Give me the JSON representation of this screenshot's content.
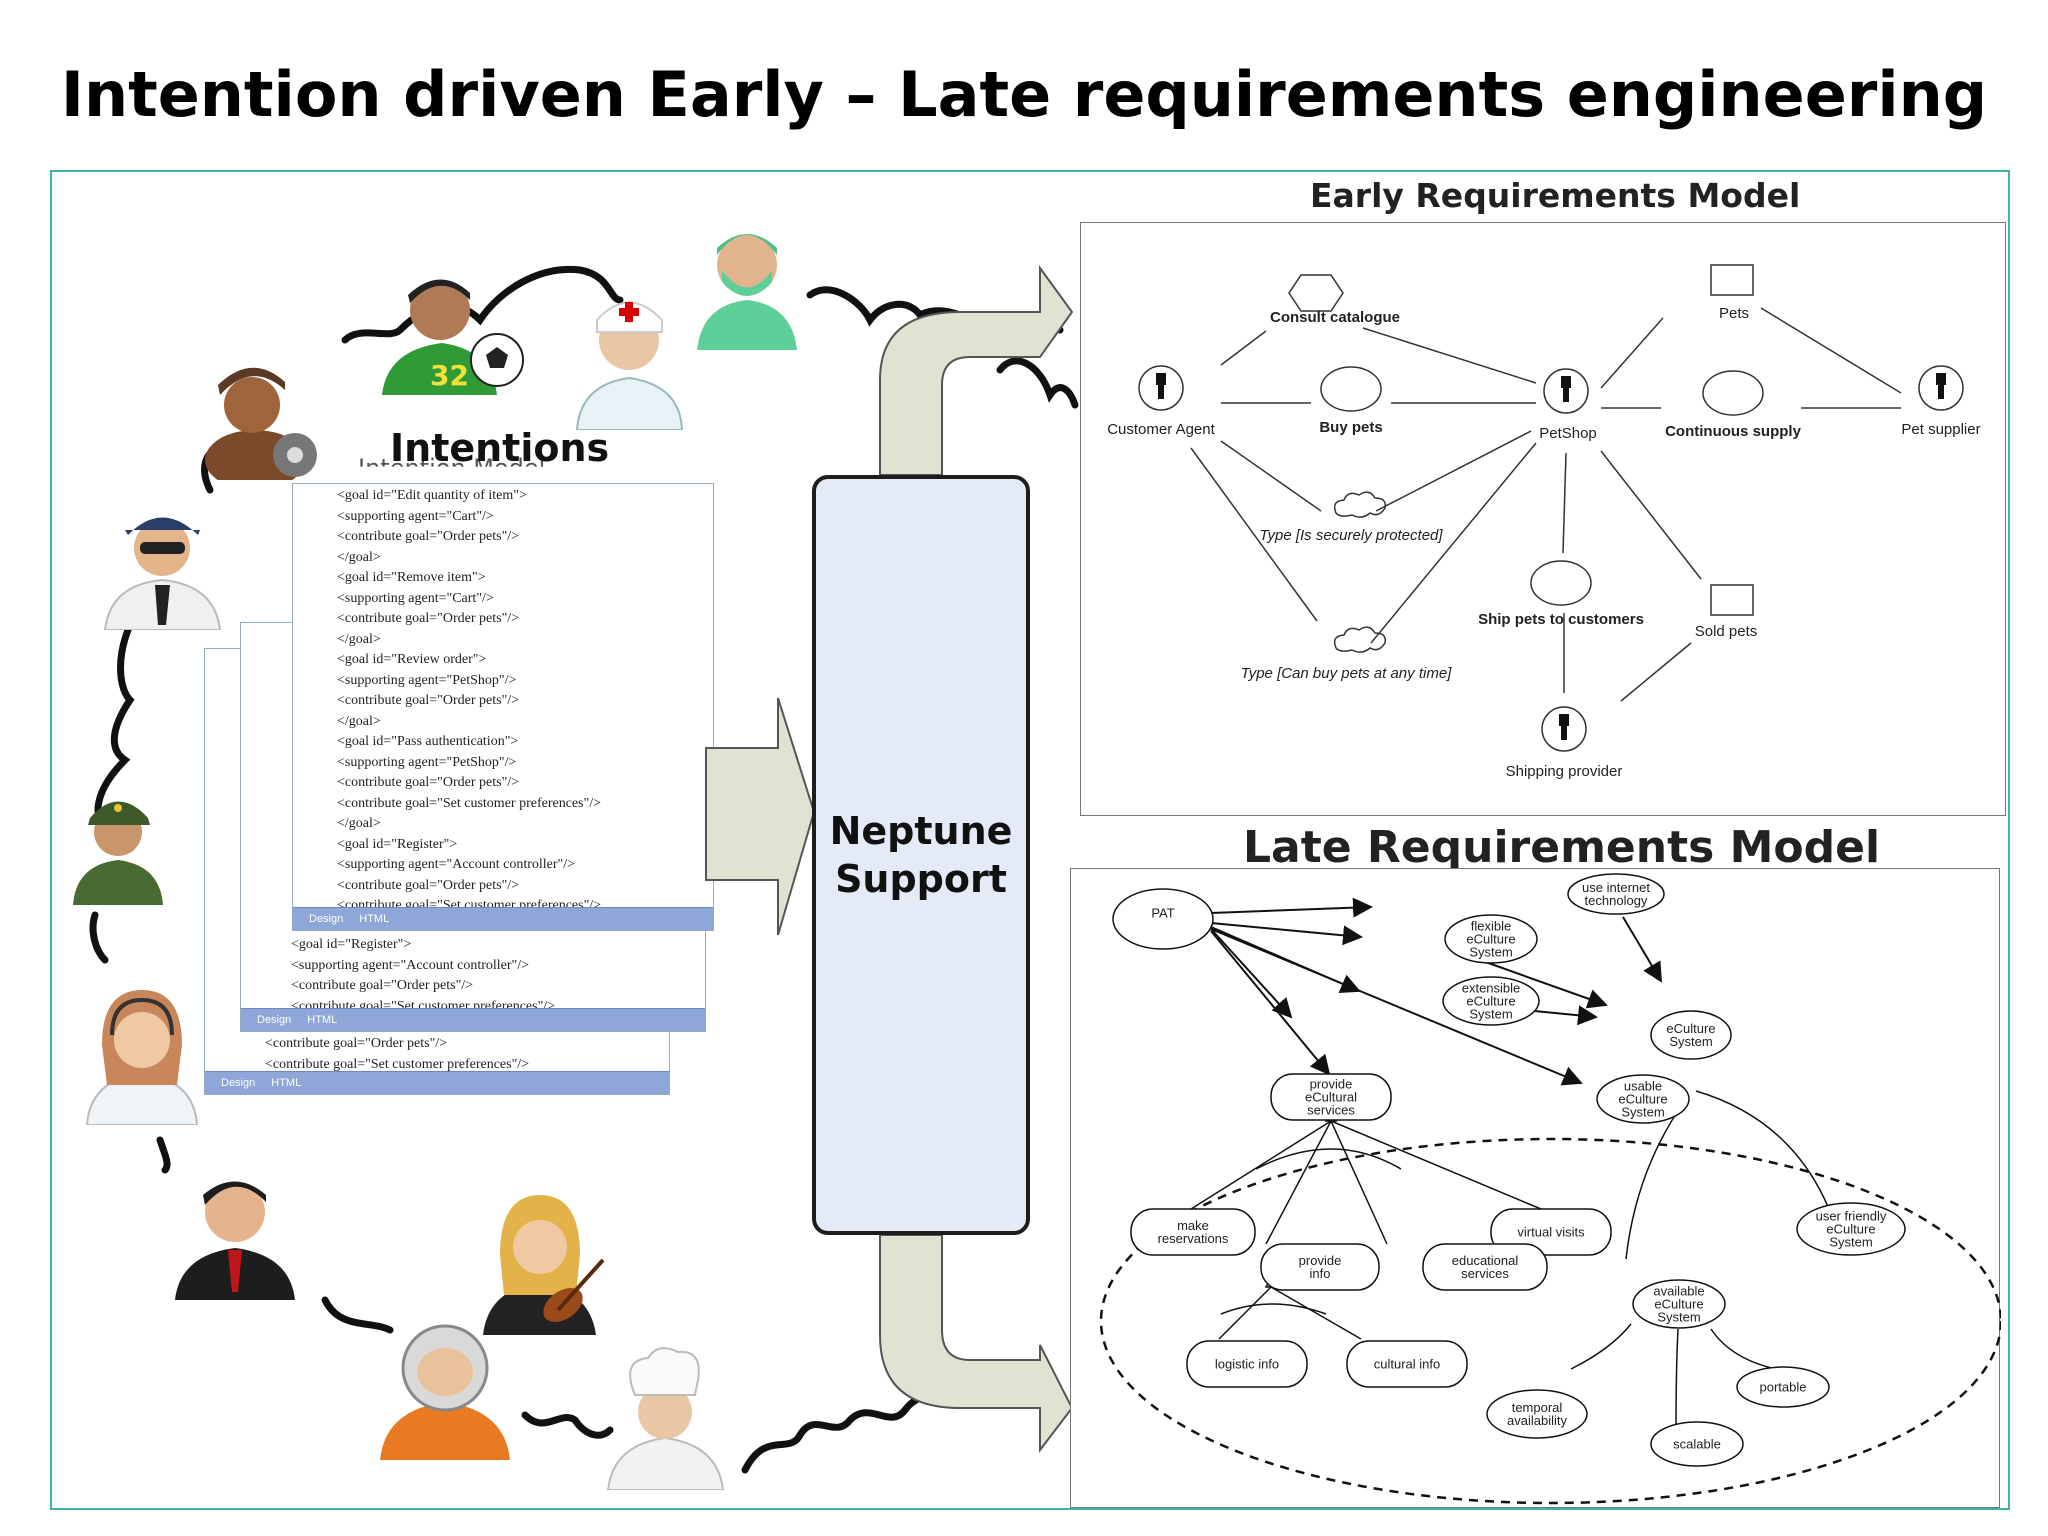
{
  "title": "Intention driven Early – Late requirements engineering",
  "intentions": {
    "label": "Intentions",
    "sublabel": "Intention Model",
    "doc_front_lines": [
      "<goal id=\"Edit quantity of item\">",
      "    <supporting agent=\"Cart\"/>",
      "    <contribute goal=\"Order pets\"/>",
      "</goal>",
      "<goal id=\"Remove item\">",
      "    <supporting agent=\"Cart\"/>",
      "    <contribute goal=\"Order pets\"/>",
      "</goal>",
      "<goal id=\"Review order\">",
      "    <supporting agent=\"PetShop\"/>",
      "    <contribute goal=\"Order pets\"/>",
      "</goal>",
      "<goal id=\"Pass authentication\">",
      "    <supporting agent=\"PetShop\"/>",
      "    <contribute goal=\"Order pets\"/>",
      "    <contribute goal=\"Set customer preferences\"/>",
      "</goal>",
      "<goal id=\"Register\">",
      "    <supporting agent=\"Account controller\"/>",
      "    <contribute goal=\"Order pets\"/>",
      "    <contribute goal=\"Set customer preferences\"/>"
    ],
    "doc_middle_lines": [
      "<goal id=\"Register\">",
      "    <supporting agent=\"Account controller\"/>",
      "    <contribute goal=\"Order pets\"/>",
      "    <contribute goal=\"Set customer preferences\"/>"
    ],
    "doc_back_lines": [
      "<contribute goal=\"Order pets\"/>",
      "<contribute goal=\"Set customer preferences\"/>"
    ],
    "tab_design": "Design",
    "tab_html": "HTML"
  },
  "neptune": {
    "line1": "Neptune",
    "line2": "Support"
  },
  "early_model": {
    "title": "Early Requirements Model",
    "labels": {
      "consult_catalogue": "Consult catalogue",
      "pets": "Pets",
      "customer_agent": "Customer Agent",
      "buy_pets": "Buy pets",
      "petshop": "PetShop",
      "continuous_supply": "Continuous supply",
      "pet_supplier": "Pet supplier",
      "secure": "Type [Is securely protected]",
      "ship_pets": "Ship pets to customers",
      "sold_pets": "Sold pets",
      "can_buy": "Type [Can buy pets at any time]",
      "shipping_provider": "Shipping provider"
    }
  },
  "late_model": {
    "title": "Late Requirements Model",
    "labels": {
      "pat": "PAT",
      "use_internet": "use internet\ntechnology",
      "flexible": "flexible\neCulture\nSystem",
      "extensible": "extensible\neCulture\nSystem",
      "eculture_system": "eCulture\nSystem",
      "provide_services": "provide\neCultural\nservices",
      "usable": "usable\neCulture\nSystem",
      "make_reservations": "make\nreservations",
      "virtual_visits": "virtual visits",
      "provide_info": "provide\ninfo",
      "educational": "educational\nservices",
      "user_friendly": "user friendly\neCulture\nSystem",
      "available": "available\neCulture\nSystem",
      "logistic_info": "logistic info",
      "cultural_info": "cultural info",
      "portable": "portable",
      "temporal": "temporal\navailability",
      "scalable": "scalable"
    }
  },
  "colors": {
    "frame": "#3ab5a8",
    "neptune_fill": "#e4eaf6",
    "arrow_fill": "#dfe3d2",
    "doc_bar": "#8fa6d8"
  },
  "stakeholders": [
    "film-maker-icon",
    "football-player-icon",
    "nurse-icon",
    "surgeon-icon",
    "pilot-icon",
    "soldier-icon",
    "call-center-agent-icon",
    "businessman-icon",
    "violinist-icon",
    "astronaut-icon",
    "chef-icon"
  ]
}
